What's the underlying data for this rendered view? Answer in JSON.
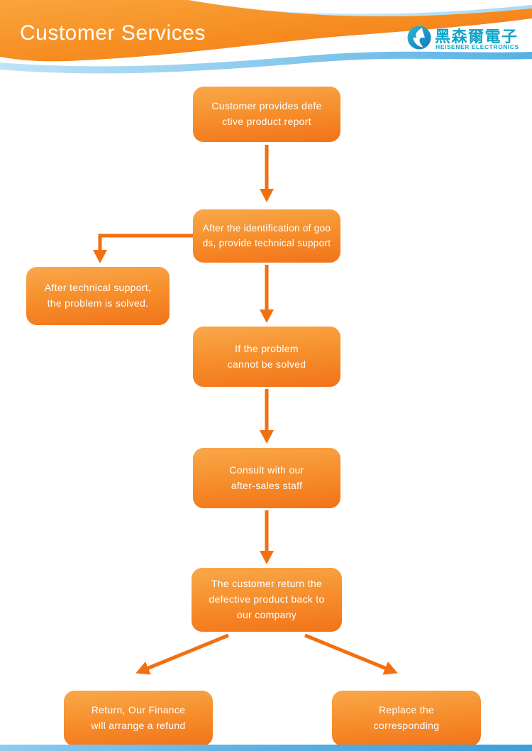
{
  "header": {
    "title": "Customer Services",
    "logo": {
      "name_zh": "黑森爾電子",
      "name_en": "HEISENER ELECTRONICS"
    }
  },
  "flowchart": {
    "nodes": [
      {
        "id": "defect-report",
        "text": "Customer provides defe\nctive product report"
      },
      {
        "id": "tech-support",
        "text": "After the identification of goo\nds, provide technical support"
      },
      {
        "id": "problem-solved",
        "text": "After technical support,\nthe problem is solved."
      },
      {
        "id": "problem-unsolved",
        "text": "If the problem\ncannot be solved"
      },
      {
        "id": "consult-staff",
        "text": "Consult with our\nafter-sales staff"
      },
      {
        "id": "return-product",
        "text": "The customer return the\ndefective product back to\nour company"
      },
      {
        "id": "refund",
        "text": "Return, Our Finance\nwill arrange a refund"
      },
      {
        "id": "replace",
        "text": "Replace the\ncorresponding"
      }
    ]
  },
  "colors": {
    "box_orange_top": "#F9A84B",
    "box_orange_bottom": "#F2731A",
    "arrow_orange": "#F2700F",
    "header_orange": "#F68B1F",
    "logo_teal": "#0FA3C8",
    "wave_blue": "#57B1E4",
    "bottom_bar_blue": "#3E9FD9"
  }
}
